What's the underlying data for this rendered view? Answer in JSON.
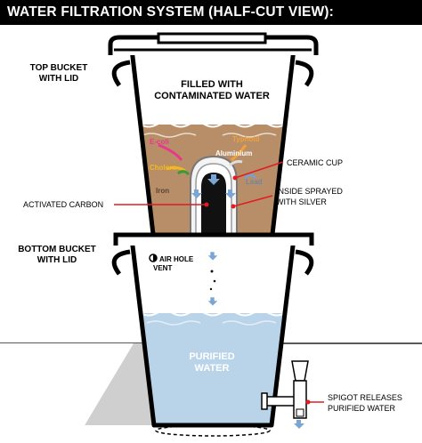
{
  "title": "WATER FILTRATION SYSTEM (HALF-CUT VIEW):",
  "labels": {
    "top_bucket": [
      "TOP BUCKET",
      "WITH LID"
    ],
    "bottom_bucket": [
      "BOTTOM BUCKET",
      "WITH LID"
    ],
    "filled": [
      "FILLED WITH",
      "CONTAMINATED WATER"
    ],
    "ceramic_cup": "CERAMIC CUP",
    "inside_sprayed": [
      "INSIDE SPRAYED",
      "WITH SILVER"
    ],
    "activated_carbon": "ACTIVATED CARBON",
    "air_hole": [
      "AIR HOLE",
      "VENT"
    ],
    "purified": [
      "PURIFIED",
      "WATER"
    ],
    "spigot": [
      "SPIGOT RELEASES",
      "PURIFIED WATER"
    ]
  },
  "contaminants": {
    "ecoli": "E-coli",
    "typhoid": "Typhoid",
    "aluminium": "Aluminium",
    "cholera": "Cholera",
    "iron": "Iron",
    "lead": "Lead"
  },
  "colors": {
    "contaminated_water": "#b78e68",
    "purified_water": "#b9d3e9",
    "ecoli": "#e8388b",
    "typhoid": "#f2a13a",
    "cholera": "#f2b820",
    "arrow_blue": "#7aa6d6",
    "pointer_red": "#e11d24"
  }
}
